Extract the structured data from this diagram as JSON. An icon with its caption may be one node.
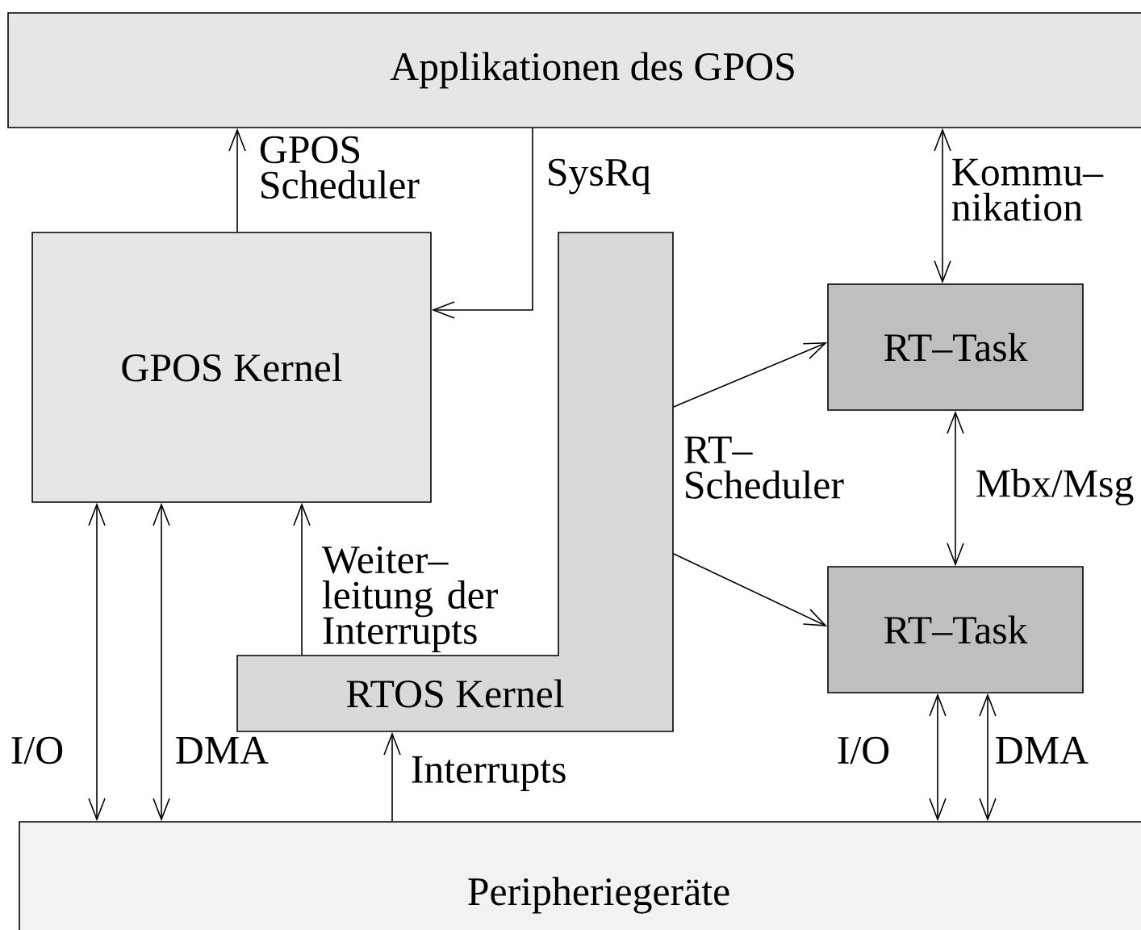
{
  "diagram": {
    "nodes": [
      {
        "text": [
          "Applikationen des GPOS"
        ]
      },
      {
        "text": [
          "GPOS Kernel"
        ]
      },
      {
        "text": [
          "RTOS Kernel"
        ]
      },
      {
        "text": [
          "RT–Task"
        ]
      },
      {
        "text": [
          "RT–Task"
        ]
      },
      {
        "text": [
          "Peripheriegeräte"
        ]
      }
    ],
    "edges": [
      {
        "from": 1,
        "to": 0,
        "arrow": "to",
        "label": "GPOS Scheduler"
      },
      {
        "from": 0,
        "to": 1,
        "arrow": "to",
        "label": "SysRq"
      },
      {
        "from": 0,
        "to": 3,
        "arrow": "both",
        "label": "Kommu– nikation"
      },
      {
        "from": 2,
        "to": 3,
        "arrow": "to",
        "label": "RT– Scheduler"
      },
      {
        "from": 2,
        "to": 4,
        "arrow": "to"
      },
      {
        "from": 3,
        "to": 4,
        "arrow": "both",
        "label": "Mbx/Msg"
      },
      {
        "from": 2,
        "to": 1,
        "arrow": "to",
        "label": "Weiter– leitung der Interrupts"
      },
      {
        "from": 1,
        "to": 5,
        "arrow": "both",
        "label": "I/O"
      },
      {
        "from": 1,
        "to": 5,
        "arrow": "both",
        "label": "DMA"
      },
      {
        "from": 5,
        "to": 2,
        "arrow": "to",
        "label": "Interrupts"
      },
      {
        "from": 4,
        "to": 5,
        "arrow": "both",
        "label": "I/O"
      },
      {
        "from": 4,
        "to": 5,
        "arrow": "both",
        "label": "DMA"
      }
    ]
  }
}
